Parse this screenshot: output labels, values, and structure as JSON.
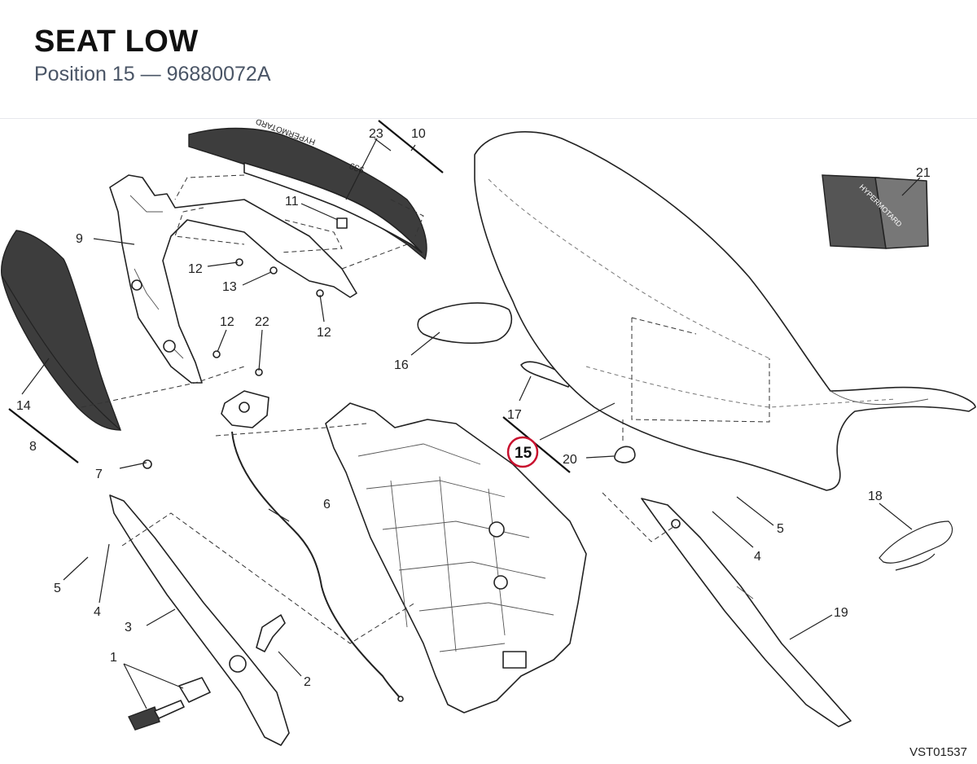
{
  "header": {
    "title": "SEAT LOW",
    "subtitle": "Position 15 — 96880072A"
  },
  "reference_code": "VST01537",
  "highlight_color": "#c8102e",
  "highlighted_position": "15",
  "decals": {
    "tail_text": "HYPERMOTARD",
    "tail_number": "939",
    "card_text": "HYPERMOTARD"
  },
  "callouts": [
    {
      "id": "1",
      "label": "1"
    },
    {
      "id": "2",
      "label": "2"
    },
    {
      "id": "3",
      "label": "3"
    },
    {
      "id": "4a",
      "label": "4"
    },
    {
      "id": "4b",
      "label": "4"
    },
    {
      "id": "5a",
      "label": "5"
    },
    {
      "id": "5b",
      "label": "5"
    },
    {
      "id": "6",
      "label": "6"
    },
    {
      "id": "7",
      "label": "7"
    },
    {
      "id": "8",
      "label": "8"
    },
    {
      "id": "9",
      "label": "9"
    },
    {
      "id": "10",
      "label": "10"
    },
    {
      "id": "11",
      "label": "11"
    },
    {
      "id": "12a",
      "label": "12"
    },
    {
      "id": "12b",
      "label": "12"
    },
    {
      "id": "12c",
      "label": "12"
    },
    {
      "id": "13",
      "label": "13"
    },
    {
      "id": "14",
      "label": "14"
    },
    {
      "id": "15",
      "label": "15"
    },
    {
      "id": "16",
      "label": "16"
    },
    {
      "id": "17",
      "label": "17"
    },
    {
      "id": "18",
      "label": "18"
    },
    {
      "id": "19",
      "label": "19"
    },
    {
      "id": "20",
      "label": "20"
    },
    {
      "id": "21",
      "label": "21"
    },
    {
      "id": "22",
      "label": "22"
    },
    {
      "id": "23",
      "label": "23"
    }
  ]
}
